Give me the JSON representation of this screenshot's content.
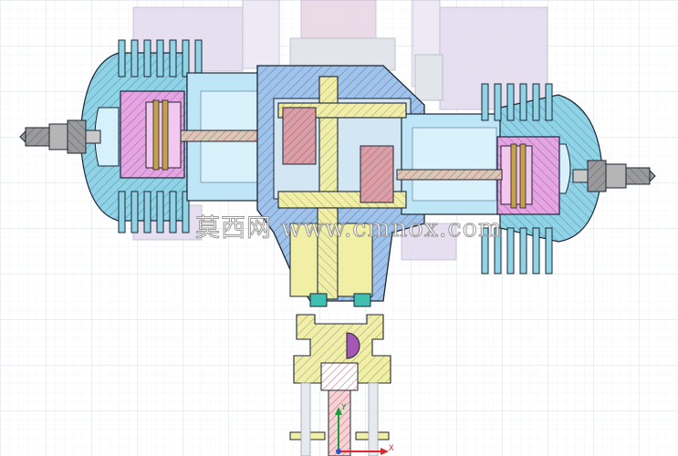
{
  "canvas": {
    "name": "CAD drawing canvas",
    "grid": true,
    "colors": {
      "background": "#ffffff",
      "grid_minor": "#e8ecf2",
      "grid_major": "#d5dbe5",
      "outline": "#1c2433",
      "cylinder_head": "#8fd3e6",
      "cylinder_bore": "#bfe6f6",
      "piston": "#e8a3e3",
      "crankshaft": "#f1efa6",
      "connecting_rod": "#d8c8b8",
      "bearing": "#d7a0a8",
      "crankcase": "#9fc3ea",
      "background_parts": "#e3dcef",
      "spark_plug": "#9a9a9a",
      "hatch": "#2d3e68",
      "axis_x": "#e3242b",
      "axis_y": "#1f9c3a",
      "axis_z": "#2b56c9"
    },
    "icons": [
      "spark-plug-left-icon",
      "spark-plug-right-icon",
      "axis-triad-icon"
    ]
  },
  "watermark": {
    "text": "莫西网 www.cmnox.com"
  },
  "axis_triad": {
    "x_label": "X",
    "y_label": "Y"
  }
}
